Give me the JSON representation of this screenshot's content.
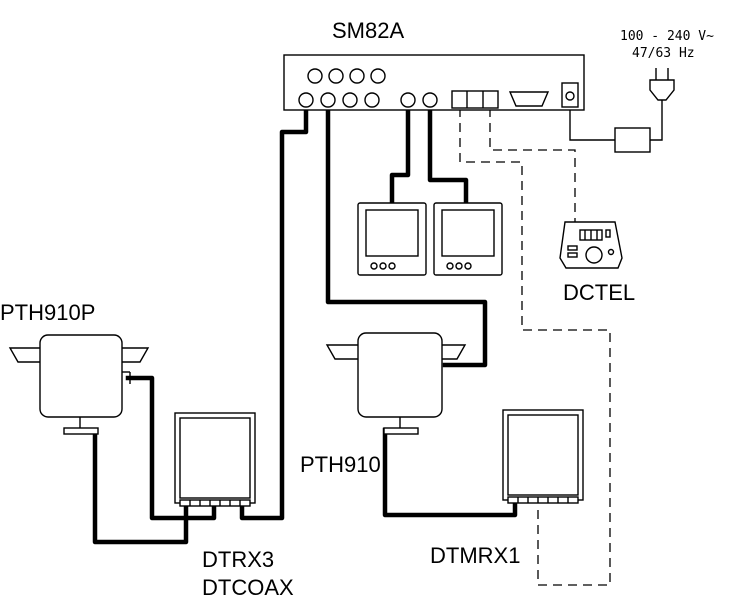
{
  "labels": {
    "sm82a": "SM82A",
    "power_voltage": "100 - 240 V~",
    "power_freq": "47/63 Hz",
    "dctel": "DCTEL",
    "pth910p": "PTH910P",
    "pth910": "PTH910",
    "dtrx3": "DTRX3",
    "dtcoax": "DTCOAX",
    "dtmrx1": "DTMRX1"
  },
  "icons": {
    "plug": "power-plug-icon",
    "adapter": "power-adapter-icon",
    "keyboard": "control-keyboard-icon",
    "monitor": "monitor-icon",
    "camera": "ptz-camera-icon",
    "receiver": "receiver-box-icon"
  },
  "colors": {
    "line": "#000000",
    "background": "#ffffff"
  }
}
